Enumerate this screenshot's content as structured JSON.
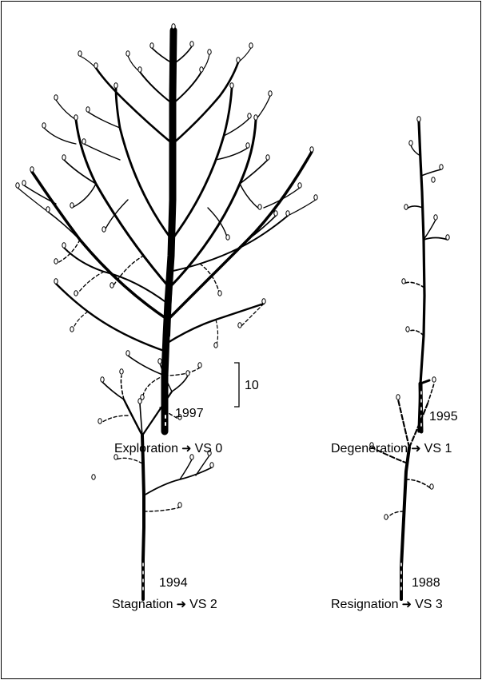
{
  "scale_bar": {
    "label": "10"
  },
  "panels": [
    {
      "year": "1997",
      "stage": "Exploration",
      "arrow": "➜",
      "class": "VS 0"
    },
    {
      "year": "1995",
      "stage": "Degeneration",
      "arrow": "➜",
      "class": "VS 1"
    },
    {
      "year": "1994",
      "stage": "Stagnation",
      "arrow": "➜",
      "class": "VS 2"
    },
    {
      "year": "1988",
      "stage": "Resignation",
      "arrow": "➜",
      "class": "VS 3"
    }
  ],
  "colors": {
    "ink": "#000000",
    "background": "#ffffff"
  }
}
